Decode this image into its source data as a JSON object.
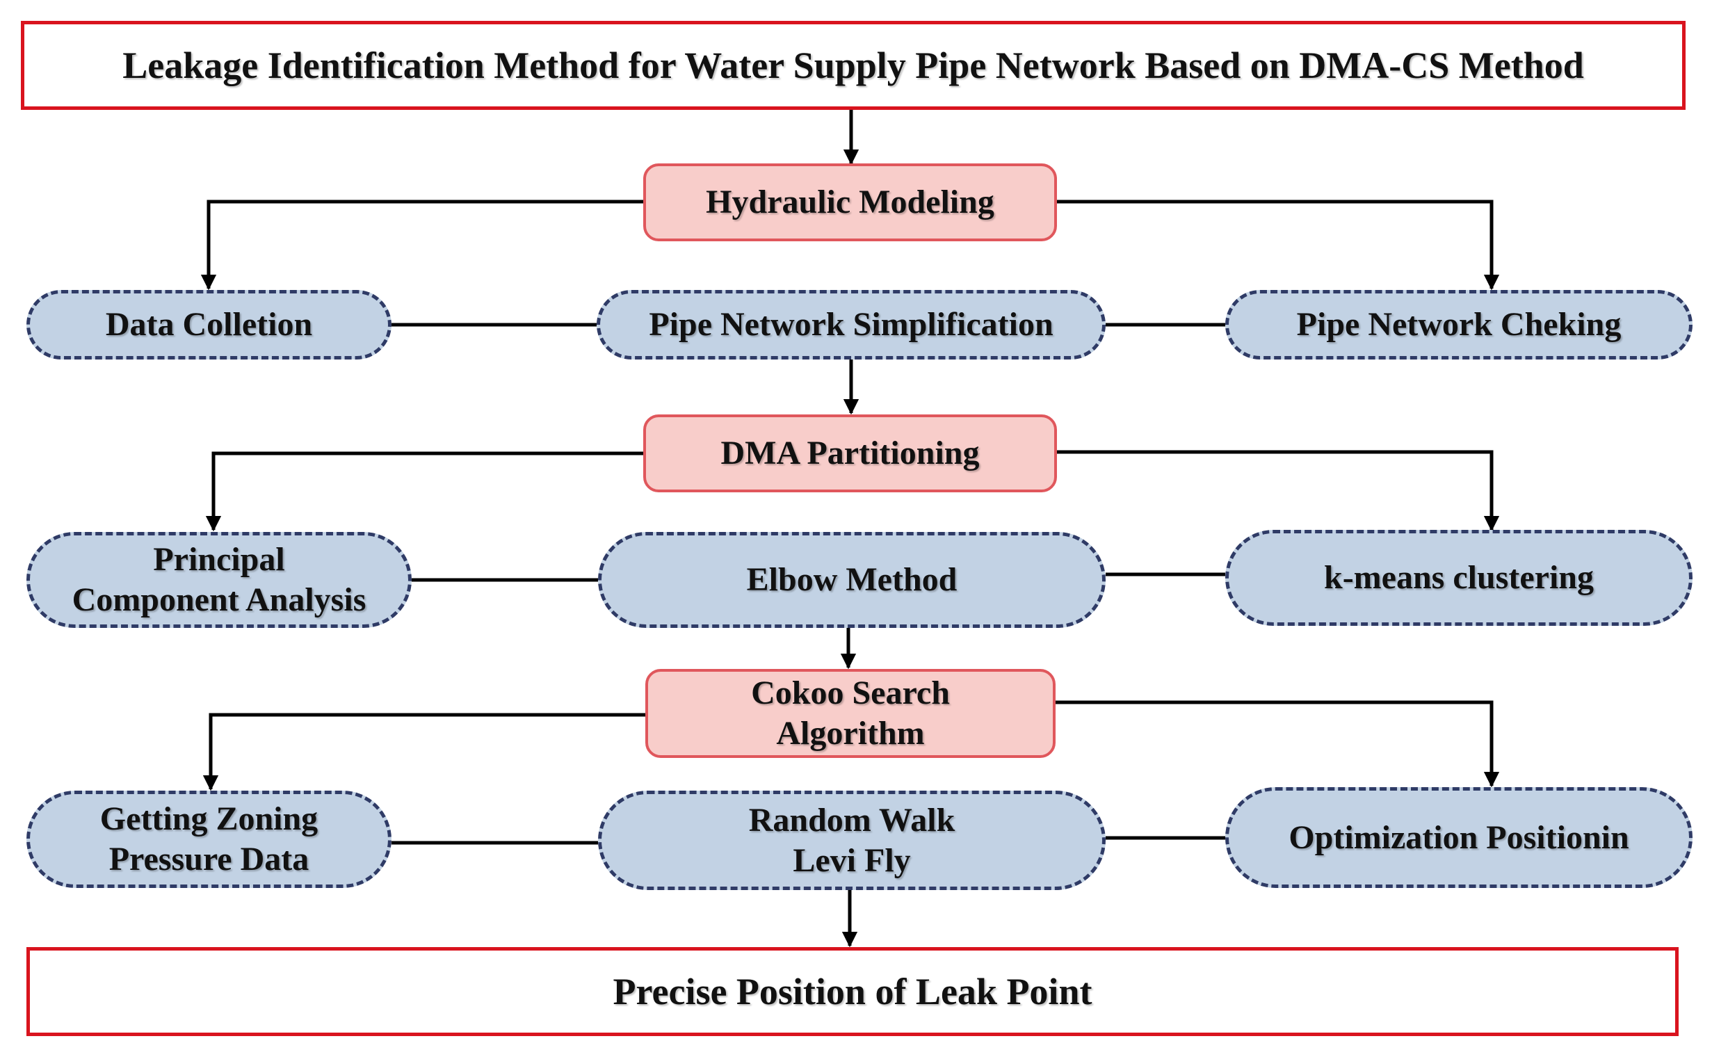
{
  "title": "Leakage Identification Method for Water Supply Pipe Network Based on DMA-CS Method",
  "stages": {
    "hydraulic": "Hydraulic Modeling",
    "dma": "DMA Partitioning",
    "cuckoo": [
      "Cokoo Search",
      "Algorithm"
    ]
  },
  "row1": {
    "left": "Data Colletion",
    "center": "Pipe Network Simplification",
    "right": "Pipe Network Cheking"
  },
  "row2": {
    "left": [
      "Principal",
      "Component Analysis"
    ],
    "center": "Elbow Method",
    "right": "k-means clustering"
  },
  "row3": {
    "left": [
      "Getting Zoning",
      "Pressure Data"
    ],
    "center": [
      "Random Walk",
      "Levi Fly"
    ],
    "right": "Optimization Positionin"
  },
  "result": "Precise Position of Leak Point"
}
